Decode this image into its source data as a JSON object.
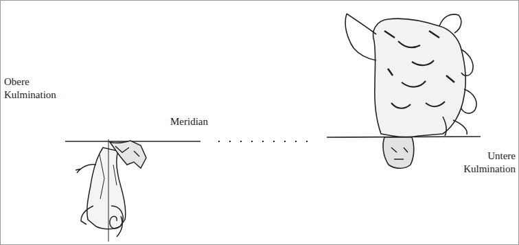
{
  "diagram": {
    "labels": [
      "Obere Kulmination",
      "Meridian",
      "Untere Kulmination"
    ]
  }
}
